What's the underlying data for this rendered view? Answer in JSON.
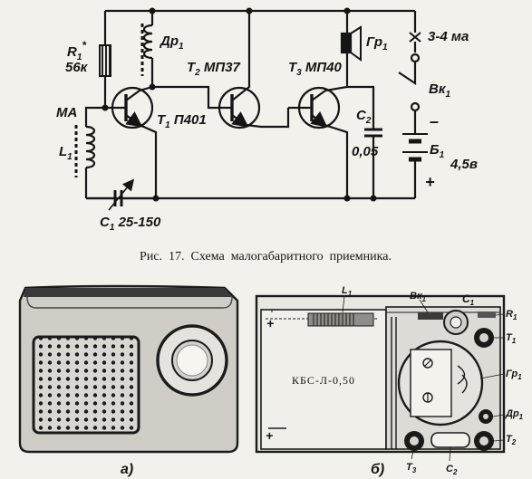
{
  "schematic": {
    "labels": {
      "r1": "R",
      "r1_sub": "1",
      "r1_star": "*",
      "r1_value": "56к",
      "dr1": "Др",
      "dr1_sub": "1",
      "t2": "T",
      "t2_sub": "2",
      "t2_type": "МП37",
      "t3": "T",
      "t3_sub": "3",
      "t3_type": "МП40",
      "gr1": "Гр",
      "gr1_sub": "1",
      "current": "3-4",
      "current_unit": "ма",
      "vk1": "Вк",
      "vk1_sub": "1",
      "ma": "МА",
      "t1": "T",
      "t1_sub": "1",
      "t1_type": "П401",
      "l1": "L",
      "l1_sub": "1",
      "c2": "C",
      "c2_sub": "2",
      "c2_value": "0,05",
      "b1": "Б",
      "b1_sub": "1",
      "b1_value": "4,5в",
      "minus": "–",
      "plus": "+",
      "c1": "C",
      "c1_sub": "1",
      "c1_value": "25-150"
    }
  },
  "caption": "Рис.  17.  Схема  малогабаритного  приемника.",
  "photos": {
    "a": {
      "label": "а)"
    },
    "b": {
      "label": "б)",
      "battery_text": "КБС-Л-0,50",
      "l1": "L",
      "l1_sub": "1",
      "vk1": "Вк",
      "vk1_sub": "1",
      "c1": "C",
      "c1_sub": "1",
      "r1": "R",
      "r1_sub": "1",
      "t1": "T",
      "t1_sub": "1",
      "gr1": "Гр",
      "gr1_sub": "1",
      "dr1": "Др",
      "dr1_sub": "1",
      "t2": "T",
      "t2_sub": "2",
      "t3": "T",
      "t3_sub": "3",
      "c2": "C",
      "c2_sub": "2"
    }
  }
}
